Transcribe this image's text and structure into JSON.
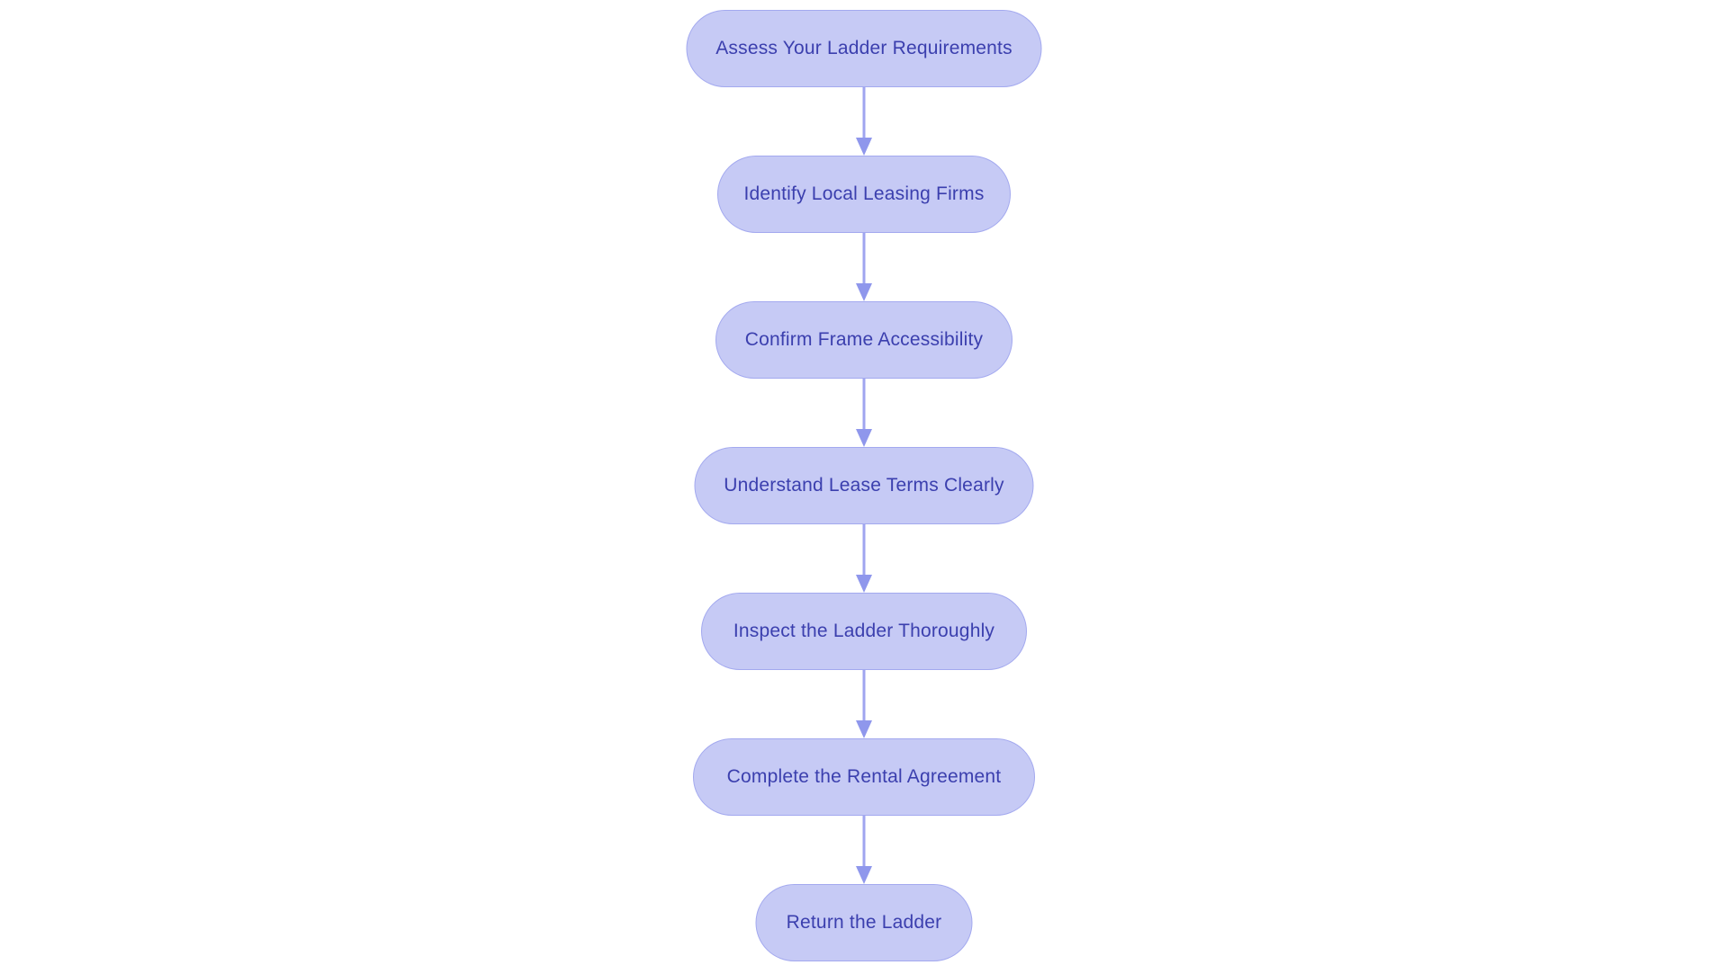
{
  "flowchart": {
    "type": "process-flow",
    "direction": "top-down",
    "background_color": "#ffffff",
    "node_fill_color": "#c6caf5",
    "node_border_color": "#a3a9ef",
    "node_text_color": "#3b3fae",
    "arrow_color": "#9299ec",
    "steps": [
      {
        "label": "Assess Your Ladder Requirements"
      },
      {
        "label": "Identify Local Leasing Firms"
      },
      {
        "label": "Confirm Frame Accessibility"
      },
      {
        "label": "Understand Lease Terms Clearly"
      },
      {
        "label": "Inspect the Ladder Thoroughly"
      },
      {
        "label": "Complete the Rental Agreement"
      },
      {
        "label": "Return the Ladder"
      }
    ]
  }
}
